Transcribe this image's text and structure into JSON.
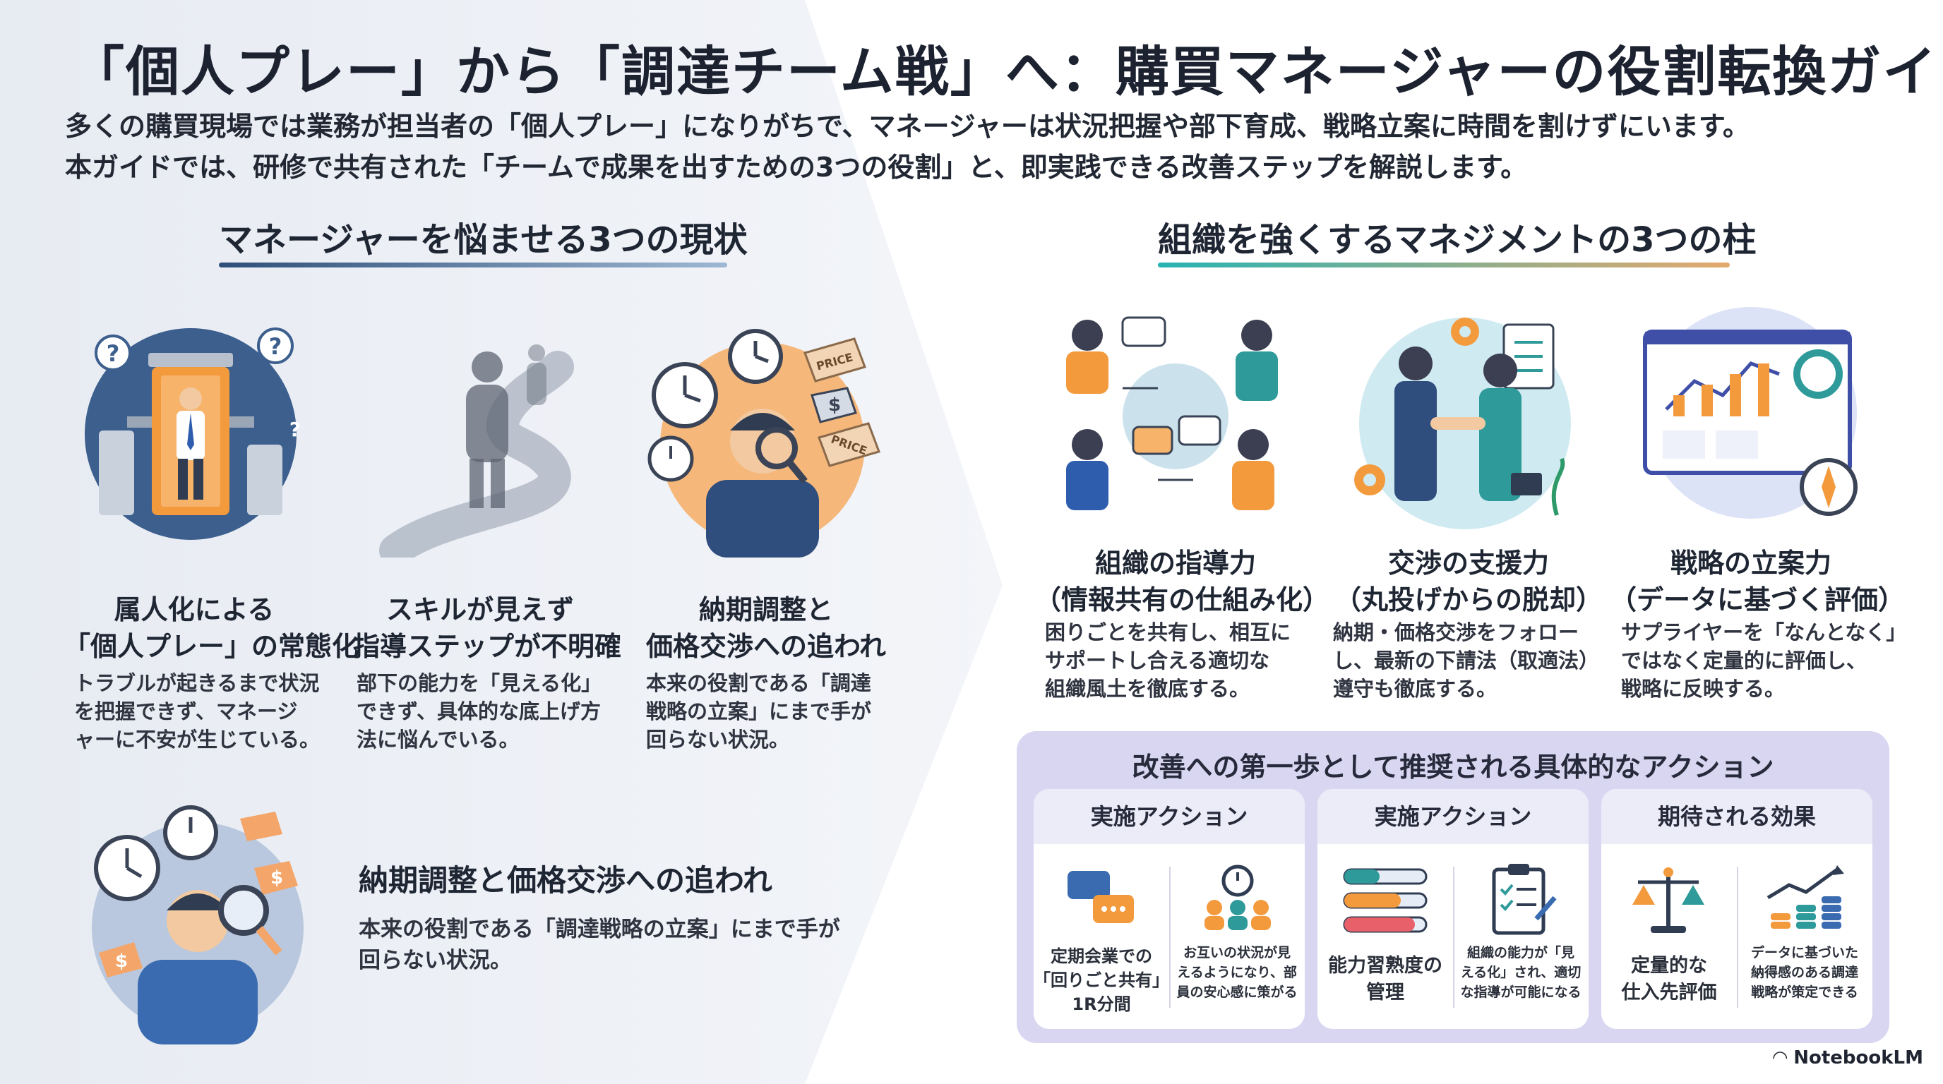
{
  "header": {
    "title": "「個人プレー」から「調達チーム戦」へ：購買マネージャーの役割転換ガイド",
    "intro_line1": "多くの購買現場では業務が担当者の「個人プレー」になりがちで、マネージャーは状況把握や部下育成、戦略立案に時間を割けずにいます。",
    "intro_line2": "本ガイドでは、研修で共有された「チームで成果を出すための3つの役割」と、即実践できる改善ステップを解説します。"
  },
  "problems": {
    "section_title": "マネージャーを悩ませる3つの現状",
    "items": [
      {
        "title1": "属人化による",
        "title2": "「個人プレー」の常態化",
        "body": [
          "トラブルが起きるまで状況",
          "を把握できず、マネージ",
          "ャーに不安が生じている。"
        ]
      },
      {
        "title1": "スキルが見えず",
        "title2": "指導ステップが不明確",
        "body": [
          "部下の能力を「見える化」",
          "できず、具体的な底上げ方",
          "法に悩んでいる。"
        ]
      },
      {
        "title1": "納期調整と",
        "title2": "価格交渉への追われ",
        "body": [
          "本来の役割である「調達",
          "戦略の立案」にまで手が",
          "回らない状況。"
        ]
      }
    ],
    "featured": {
      "title": "納期調整と価格交渉への追われ",
      "body": [
        "本来の役割である「調達戦略の立案」にまで手が",
        "回らない状況。"
      ]
    },
    "price_tag": "PRICE",
    "price_tag2": "PRICE"
  },
  "pillars": {
    "section_title": "組織を強くするマネジメントの3つの柱",
    "items": [
      {
        "title1": "組織の指導力",
        "title2": "（情報共有の仕組み化）",
        "body": [
          "困りごとを共有し、相互に",
          "サポートし合える適切な",
          "組織風土を徹底する。"
        ]
      },
      {
        "title1": "交渉の支援力",
        "title2": "（丸投げからの脱却）",
        "body": [
          "納期・価格交渉をフォロー",
          "し、最新の下請法（取適法）",
          "遵守も徹底する。"
        ]
      },
      {
        "title1": "戦略の立案力",
        "title2": "（データに基づく評価）",
        "body": [
          "サプライヤーを「なんとなく」",
          "ではなく定量的に評価し、",
          "戦略に反映する。"
        ]
      }
    ]
  },
  "actions": {
    "panel_title": "改善への第一歩として推奨される具体的なアクション",
    "cards": [
      {
        "head": "実施アクション",
        "left": [
          "定期会業での",
          "「回りごと共有」",
          "1R分間"
        ],
        "right": [
          "お互いの状況が見",
          "えるようになり、部",
          "員の安心感に策がる"
        ]
      },
      {
        "head": "実施アクション",
        "left": [
          "能力習熟度の",
          "管理"
        ],
        "right": [
          "組織の能力が「見",
          "える化」され、適切",
          "な指導が可能になる"
        ]
      },
      {
        "head": "期待される効果",
        "left": [
          "定量的な",
          "仕入先評価"
        ],
        "right": [
          "データに基づいた",
          "納得感のある調達",
          "戦略が策定できる"
        ]
      }
    ]
  },
  "branding": {
    "logo": "NotebookLM"
  }
}
